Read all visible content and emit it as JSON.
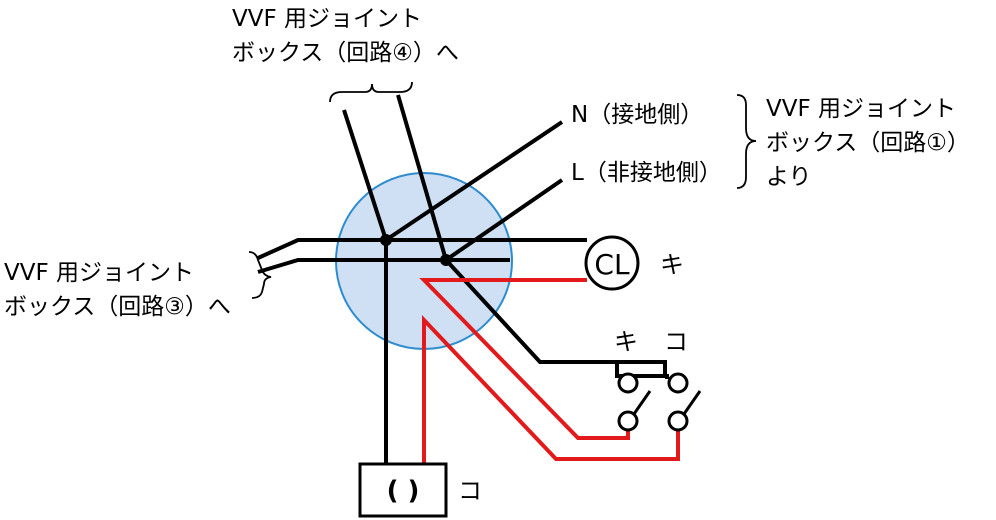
{
  "labels": {
    "top_box_line1": "VVF 用ジョイント",
    "top_box_line2": "ボックス（回路④）へ",
    "n_label": "N（接地側）",
    "l_label": "L（非接地側）",
    "right_box_line1": "VVF 用ジョイント",
    "right_box_line2": "ボックス（回路①）",
    "right_box_line3": "より",
    "left_box_line1": "VVF 用ジョイント",
    "left_box_line2": "ボックス（回路③）へ",
    "cl_symbol": "CL",
    "cl_tag": "キ",
    "switch_tag_left": "キ",
    "switch_tag_right": "コ",
    "outlet_symbol": "( )",
    "outlet_tag": "コ"
  },
  "colors": {
    "wire_black": "#000000",
    "wire_red": "#e31a1c",
    "junction_fill": "#cfe0f4",
    "junction_stroke": "#2e8bd0"
  }
}
